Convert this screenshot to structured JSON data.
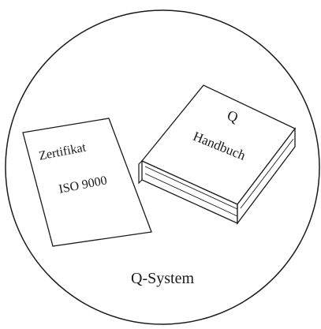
{
  "certificate": {
    "line1": "Zertifikat",
    "line2": "ISO 9000"
  },
  "manual": {
    "letter": "Q",
    "title": "Handbuch"
  },
  "system": {
    "label": "Q-System"
  },
  "colors": {
    "stroke": "#1a1a1a",
    "background": "#ffffff"
  }
}
